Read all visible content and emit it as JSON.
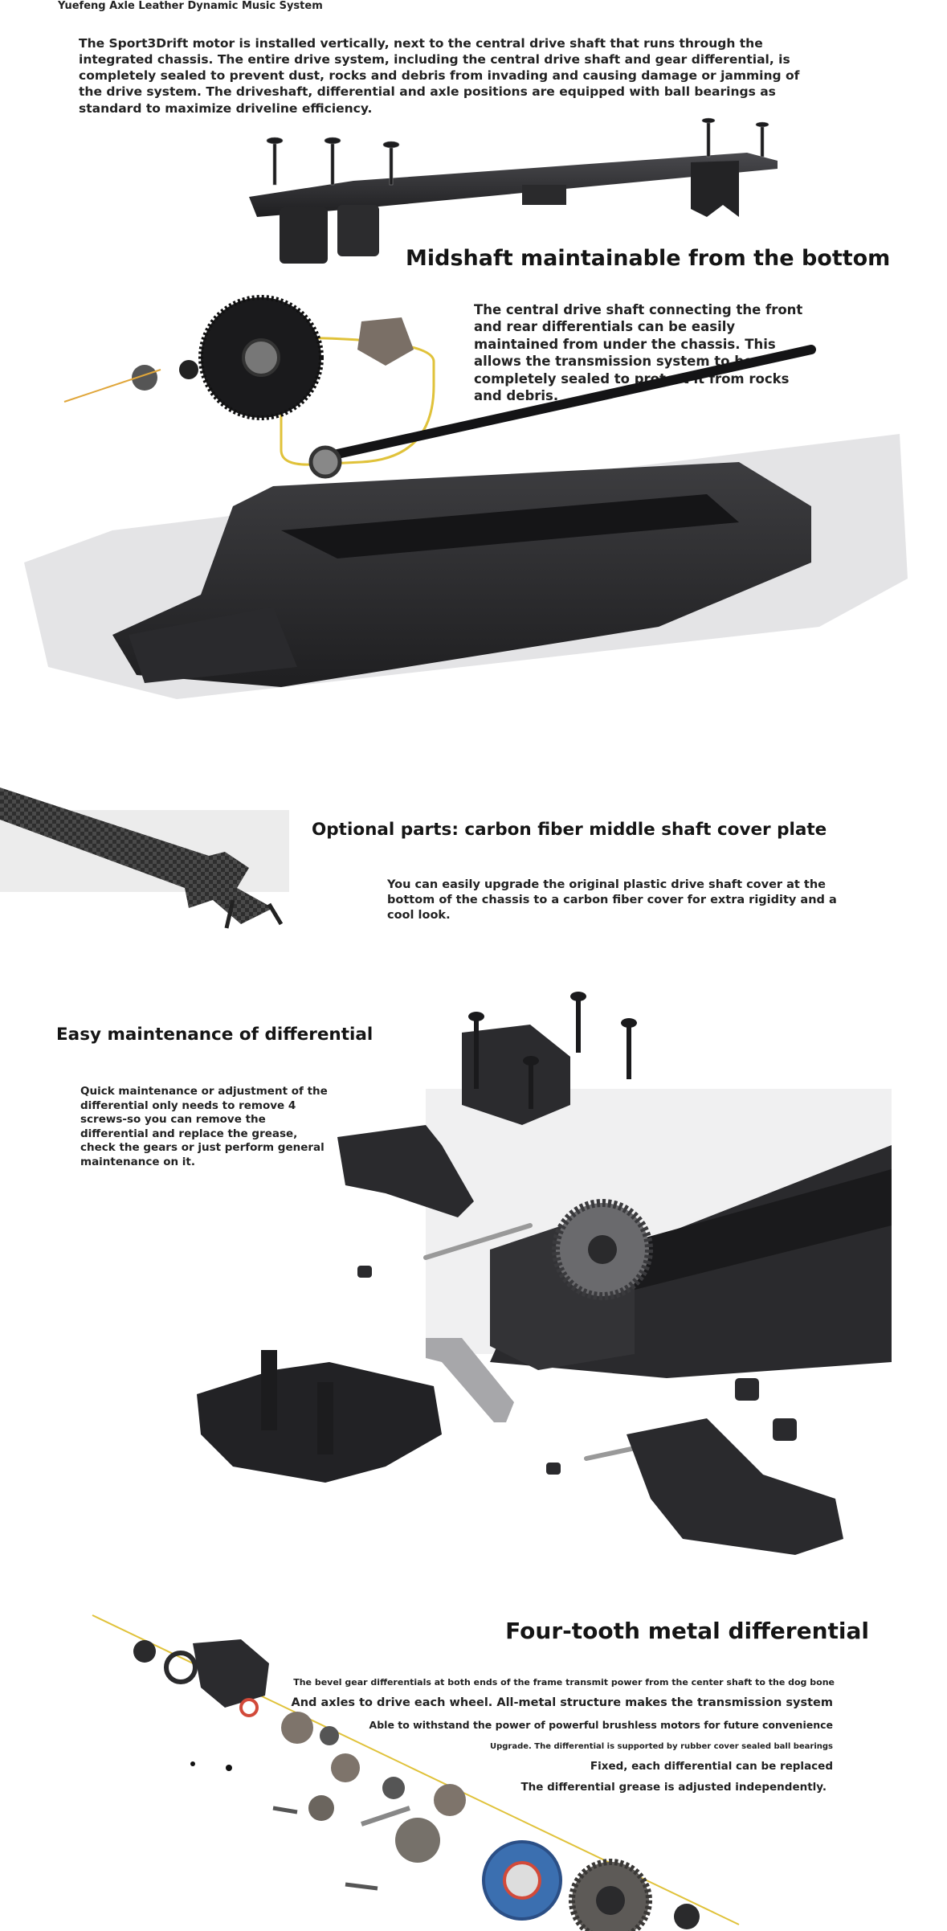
{
  "page_title": "Yuefeng Axle Leather Dynamic Music System",
  "section1": {
    "paragraph": "The Sport3Drift motor is installed vertically, next to the central drive shaft that runs through the integrated chassis. The entire drive system, including the central drive shaft and gear differential, is completely sealed to prevent dust, rocks and debris from invading and causing damage or jamming of the drive system. The driveshaft, differential and axle positions are equipped with ball bearings as standard to maximize driveline efficiency."
  },
  "section2": {
    "heading": "Midshaft maintainable from the bottom",
    "paragraph": "The central drive shaft connecting the front and rear differentials can be easily maintained from under the chassis. This allows the transmission system to be completely sealed to protect it from rocks and debris."
  },
  "section3": {
    "heading": "Optional parts: carbon fiber middle shaft cover plate",
    "paragraph": "You can easily upgrade the original plastic drive shaft cover at the bottom of the chassis to a carbon fiber cover for extra rigidity and a cool look."
  },
  "section4": {
    "heading": "Easy maintenance of differential",
    "paragraph": "Quick maintenance or adjustment of the differential only needs to remove 4 screws-so you can remove the differential and replace the grease, check the gears or just perform general maintenance on it."
  },
  "section5": {
    "heading": "Four-tooth metal differential",
    "lines": [
      "The bevel gear differentials at both ends of the frame transmit power from the center shaft to the dog bone",
      "And axles to drive each wheel. All-metal structure makes the transmission system",
      "Able to withstand the power of powerful brushless motors for future convenience",
      "Upgrade. The differential is supported by rubber cover sealed ball bearings",
      "Fixed, each differential can be replaced",
      "The differential grease is adjusted independently."
    ]
  },
  "colors": {
    "part_dark": "#2b2b2d",
    "part_mid": "#46464a",
    "gold": "#e0c23a",
    "carbon": "#3a3a3a",
    "seal_blue": "#3b6fb0",
    "seal_red": "#d24a3a"
  }
}
